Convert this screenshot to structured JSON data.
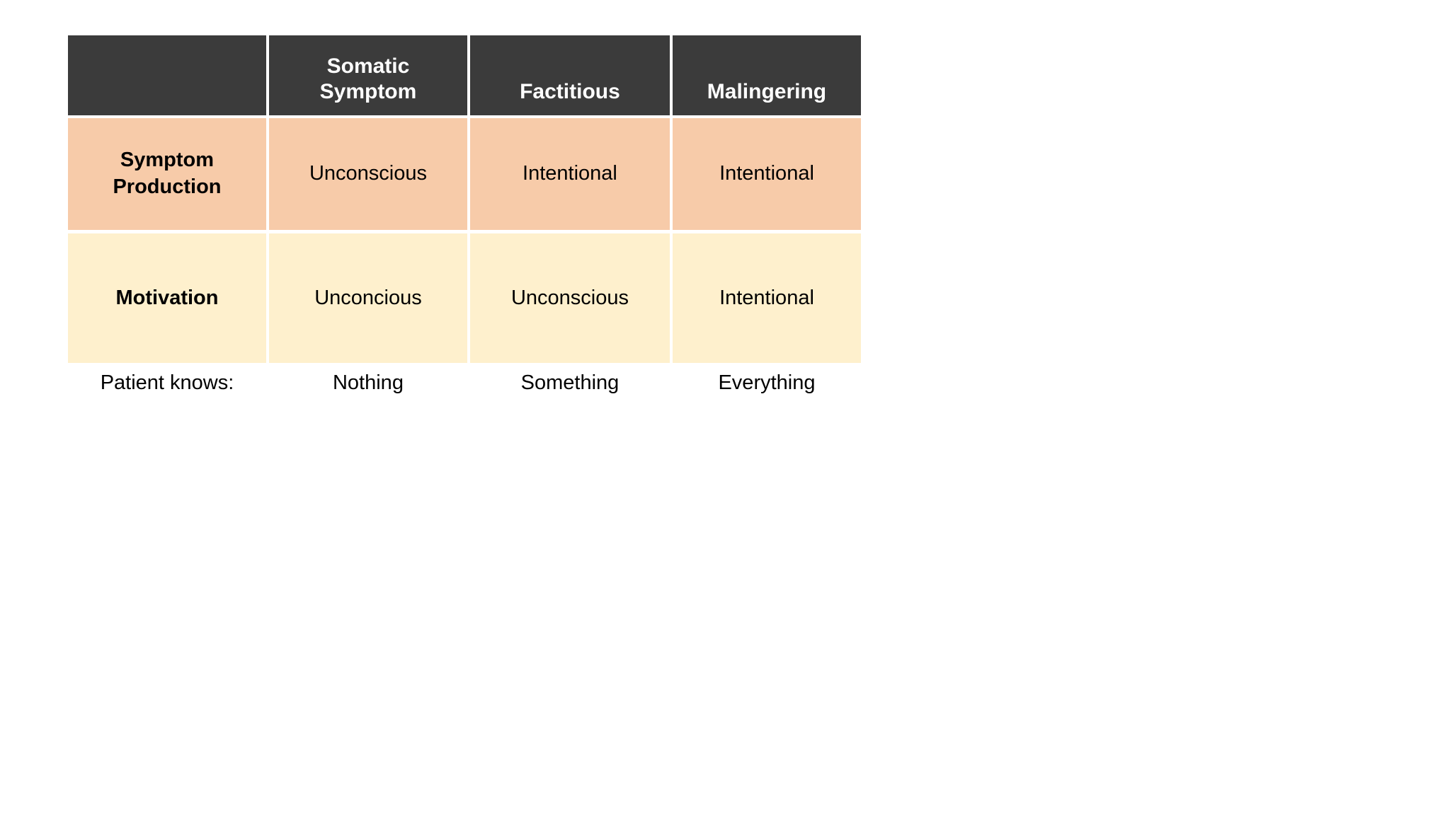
{
  "table": {
    "columns": [
      {
        "key": "rowlabel",
        "header": ""
      },
      {
        "key": "somatic",
        "header_line1": "Somatic",
        "header_line2": "Symptom"
      },
      {
        "key": "fact",
        "header": "Factitious"
      },
      {
        "key": "maling",
        "header": "Malingering"
      }
    ],
    "rows": [
      {
        "label_line1": "Symptom",
        "label_line2": "Production",
        "somatic": "Unconscious",
        "factitious": "Intentional",
        "malingering": "Intentional"
      },
      {
        "label": "Motivation",
        "somatic": "Unconcious",
        "factitious": "Unconscious",
        "malingering": "Intentional"
      }
    ],
    "footer": {
      "label": "Patient knows:",
      "somatic": "Nothing",
      "factitious": "Something",
      "malingering": "Everything"
    }
  },
  "colors": {
    "header_bg": "#3b3b3b",
    "header_text": "#ffffff",
    "row1_bg": "#f7cba9",
    "row2_bg": "#fef0cd",
    "body_text": "#000000",
    "page_bg": "#ffffff"
  }
}
